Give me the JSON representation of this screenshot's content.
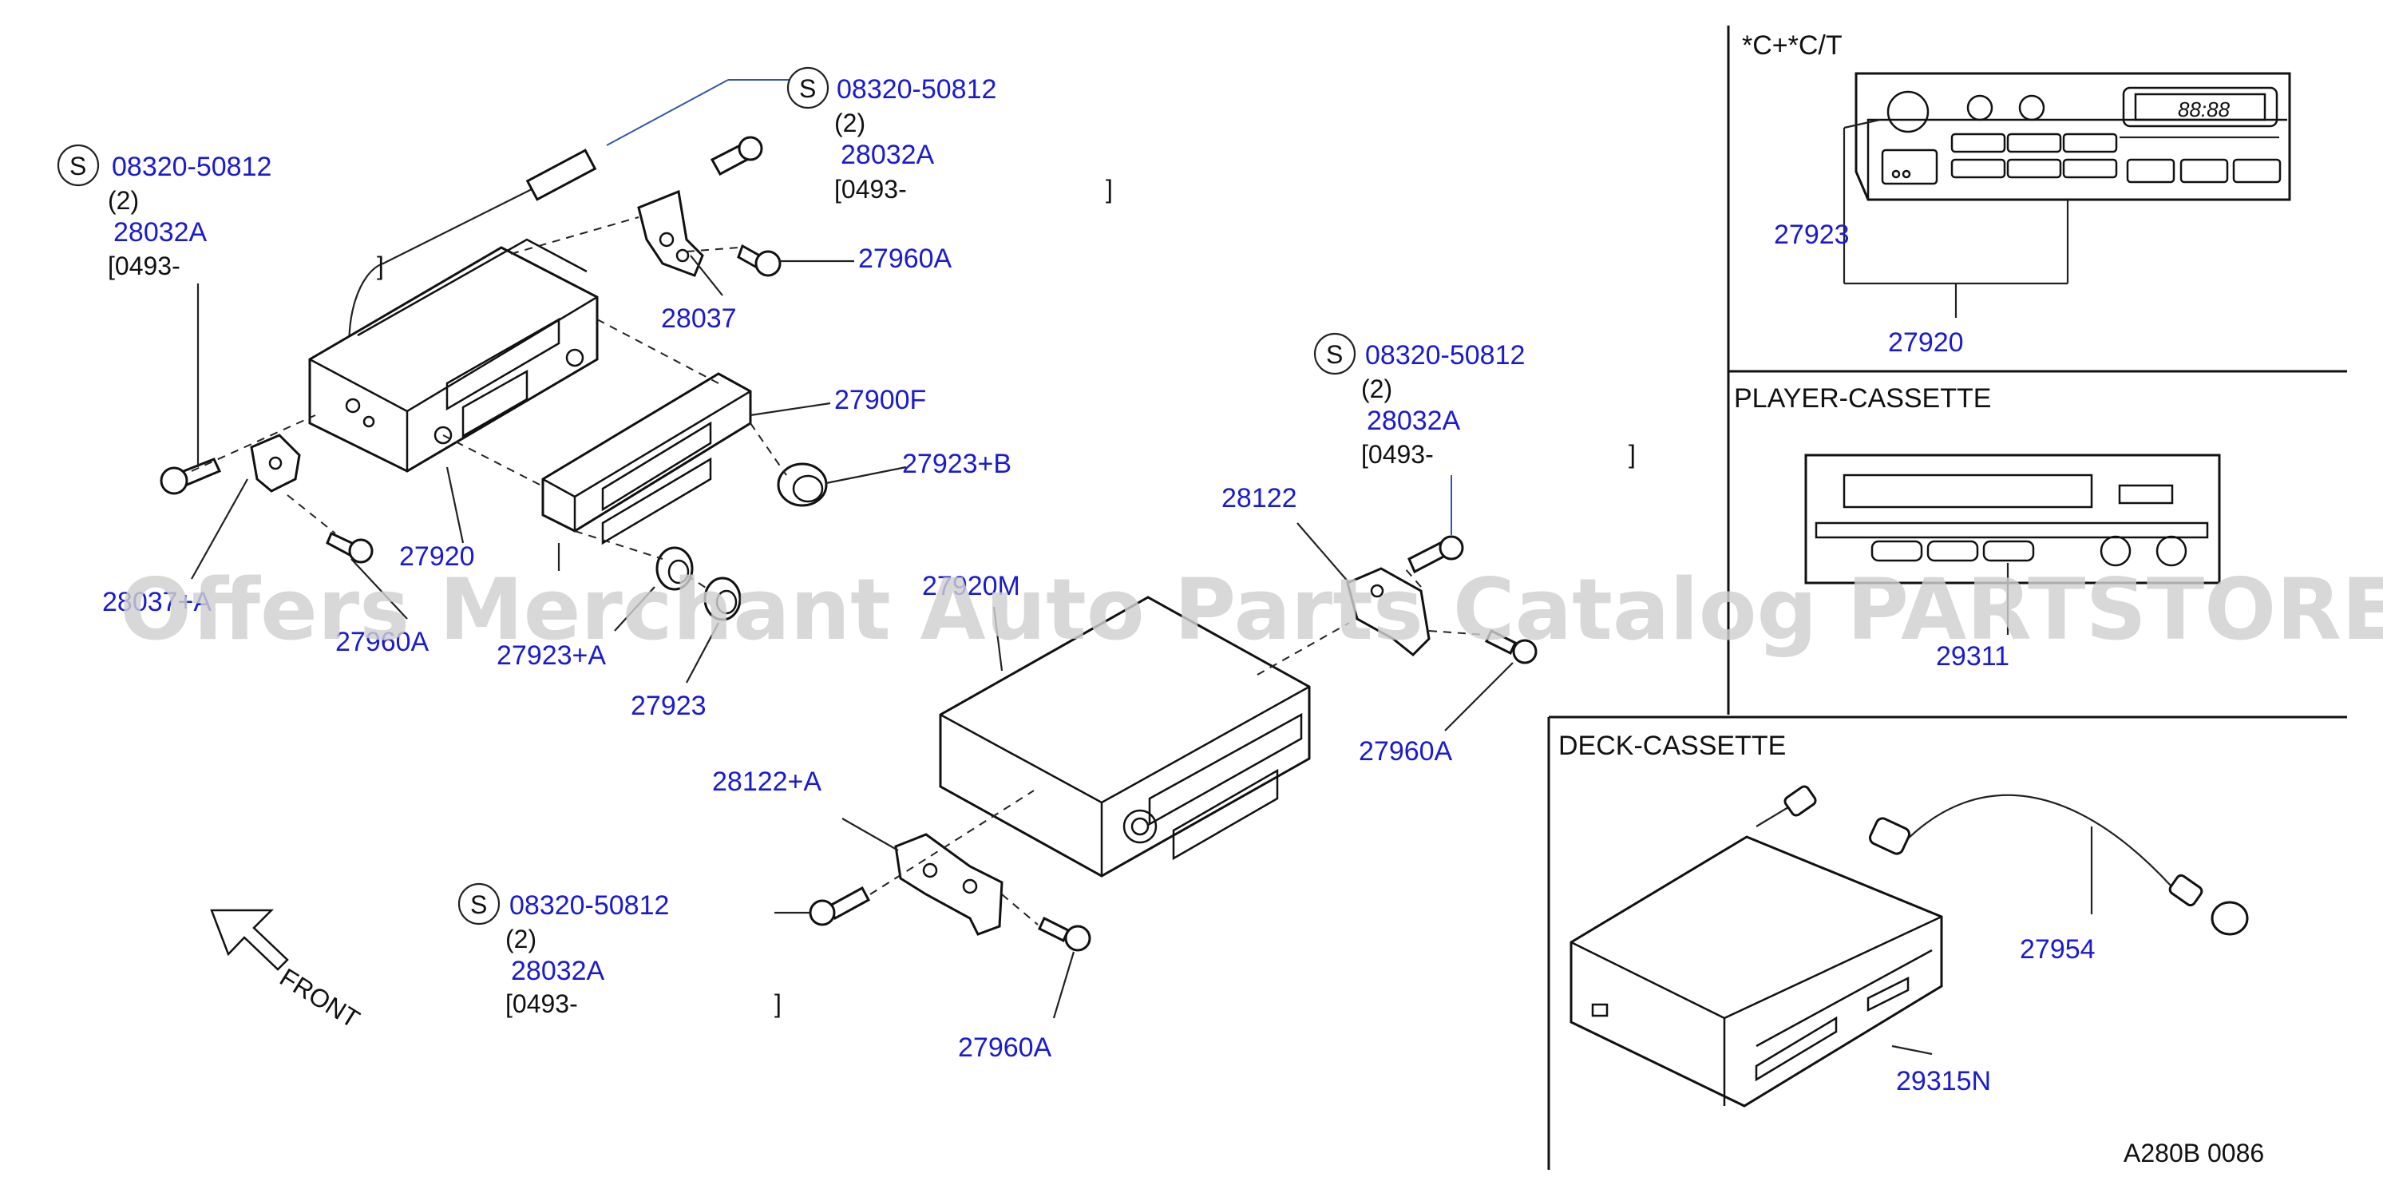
{
  "callouts": {
    "bolt_top": {
      "s": "S",
      "code": "08320-50812",
      "qty": "(2)",
      "alt": "28032A",
      "range": "[0493-",
      "end": "]"
    },
    "bolt_left": {
      "s": "S",
      "code": "08320-50812",
      "qty": "(2)",
      "alt": "28032A",
      "range": "[0493-",
      "end": "]"
    },
    "bolt_right": {
      "s": "S",
      "code": "08320-50812",
      "qty": "(2)",
      "alt": "28032A",
      "range": "[0493-",
      "end": "]"
    },
    "bolt_bottom": {
      "s": "S",
      "code": "08320-50812",
      "qty": "(2)",
      "alt": "28032A",
      "range": "[0493-",
      "end": "]"
    }
  },
  "parts": {
    "p27960A_1": "27960A",
    "p28037": "28037",
    "p27900F": "27900F",
    "p27923B": "27923+B",
    "p27920_main": "27920",
    "p28037A": "28037+A",
    "p27960A_2": "27960A",
    "p27923A": "27923+A",
    "p27923_main": "27923",
    "p27920M": "27920M",
    "p28122": "28122",
    "p27960A_3": "27960A",
    "p28122A": "28122+A",
    "p27960A_4": "27960A"
  },
  "front_label": "FRONT",
  "panels": {
    "cct": {
      "title": "*C+*C/T",
      "p27923": "27923",
      "p27920": "27920",
      "display": "88:88"
    },
    "player": {
      "title": "PLAYER-CASSETTE",
      "p29311": "29311"
    },
    "deck": {
      "title": "DECK-CASSETTE",
      "p27954": "27954",
      "p29315N": "29315N"
    }
  },
  "footer_code": "A280B  0086",
  "watermark": "Offers Merchant Auto Parts Catalog PARTSTORE.SA"
}
